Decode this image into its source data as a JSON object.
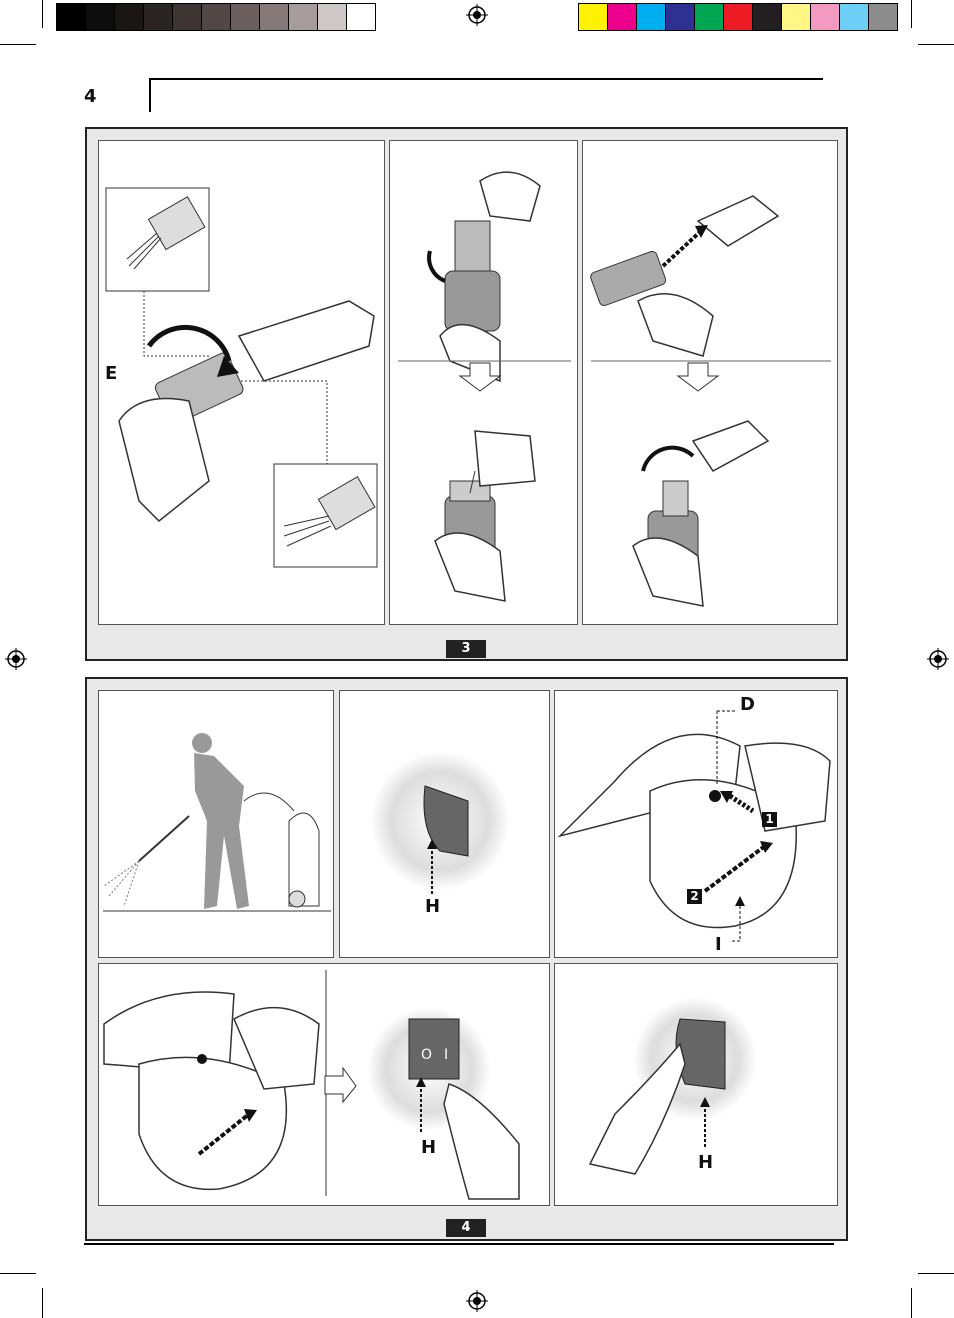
{
  "page_number": "4",
  "colors": {
    "gray_bar": [
      "#000000",
      "#0d0d0d",
      "#1a1616",
      "#2a2424",
      "#3d3434",
      "#524747",
      "#6b5f5f",
      "#857878",
      "#a69c9c",
      "#cfc8c8",
      "#ffffff"
    ],
    "color_bar": [
      "#fff200",
      "#ec008c",
      "#00aeef",
      "#2e3192",
      "#00a651",
      "#ed1c24",
      "#231f20",
      "#fff685",
      "#f49ac1",
      "#6dcff6",
      "#8c8c8c"
    ]
  },
  "figure3": {
    "tag": "3",
    "labels": {
      "E": "E"
    }
  },
  "figure4": {
    "tag": "4",
    "labels": {
      "H1": "H",
      "D": "D",
      "I": "I",
      "H2": "H",
      "H3": "H"
    },
    "steps": {
      "s1": "1",
      "s2": "2"
    }
  }
}
